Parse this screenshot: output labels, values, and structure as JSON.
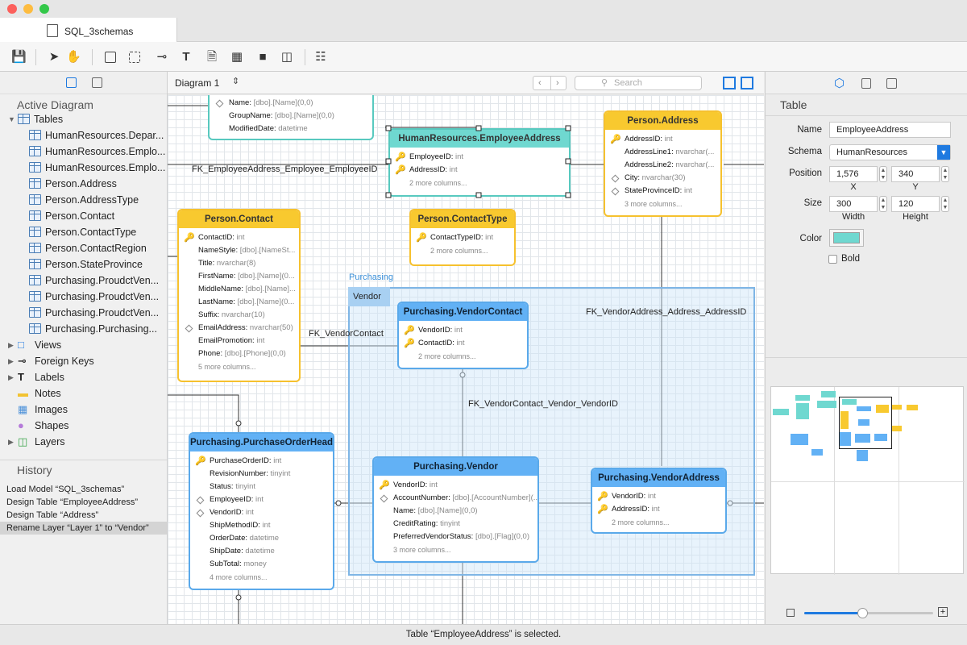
{
  "window": {
    "title": "SQL_3schemas"
  },
  "diagram": {
    "name": "Diagram 1",
    "search_placeholder": "Search"
  },
  "sidebar": {
    "active_diagram": "Active Diagram",
    "tables_label": "Tables",
    "tables": [
      "HumanResources.Depar...",
      "HumanResources.Emplo...",
      "HumanResources.Emplo...",
      "Person.Address",
      "Person.AddressType",
      "Person.Contact",
      "Person.ContactType",
      "Person.ContactRegion",
      "Person.StateProvince",
      "Purchasing.ProudctVen...",
      "Purchasing.ProudctVen...",
      "Purchasing.ProudctVen...",
      "Purchasing.Purchasing..."
    ],
    "groups": [
      "Views",
      "Foreign Keys",
      "Labels",
      "Notes",
      "Images",
      "Shapes",
      "Layers"
    ]
  },
  "history": {
    "title": "History",
    "items": [
      "Load Model “SQL_3schemas”",
      "Design Table “EmployeeAddress”",
      "Design Table “Address”",
      "Rename Layer “Layer 1” to “Vendor”"
    ]
  },
  "layers": {
    "purchasing": "Purchasing",
    "vendor": "Vendor"
  },
  "fks": [
    "FK_EmployeeAddress_Employee_EmployeeID",
    "FK_VendorContact",
    "FK_VendorAddress_Address_AddressID",
    "FK_VendorContact_Vendor_VendorID"
  ],
  "tables": {
    "top_partial": {
      "rows": [
        [
          "Name:",
          "[dbo].[Name](0,0)"
        ],
        [
          "GroupName:",
          "[dbo].[Name](0,0)"
        ],
        [
          "ModifiedDate:",
          "datetime"
        ]
      ]
    },
    "employee_address": {
      "name": "HumanResources.EmployeeAddress",
      "rows": [
        [
          "EmployeeID:",
          "int"
        ],
        [
          "AddressID:",
          "int"
        ]
      ],
      "more": "2 more columns..."
    },
    "person_address": {
      "name": "Person.Address",
      "rows": [
        [
          "AddressID:",
          "int"
        ],
        [
          "AddressLine1:",
          "nvarchar(..."
        ],
        [
          "AddressLine2:",
          "nvarchar(..."
        ],
        [
          "City:",
          "nvarchar(30)"
        ],
        [
          "StateProvinceID:",
          "int"
        ]
      ],
      "more": "3 more columns..."
    },
    "person_contact": {
      "name": "Person.Contact",
      "rows": [
        [
          "ContactID:",
          "int"
        ],
        [
          "NameStyle:",
          "[dbo].[NameSt..."
        ],
        [
          "Title:",
          "nvarchar(8)"
        ],
        [
          "FirstName:",
          "[dbo].[Name](0..."
        ],
        [
          "MiddleName:",
          "[dbo].[Name]..."
        ],
        [
          "LastName:",
          "[dbo].[Name](0..."
        ],
        [
          "Suffix:",
          "nvarchar(10)"
        ],
        [
          "EmailAddress:",
          "nvarchar(50)"
        ],
        [
          "EmailPromotion:",
          "int"
        ],
        [
          "Phone:",
          "[dbo].[Phone](0,0)"
        ]
      ],
      "more": "5 more columns..."
    },
    "contact_type": {
      "name": "Person.ContactType",
      "rows": [
        [
          "ContactTypeID:",
          "int"
        ]
      ],
      "more": "2 more columns..."
    },
    "vendor_contact": {
      "name": "Purchasing.VendorContact",
      "rows": [
        [
          "VendorID:",
          "int"
        ],
        [
          "ContactID:",
          "int"
        ]
      ],
      "more": "2 more columns..."
    },
    "po_header": {
      "name": "Purchasing.PurchaseOrderHeader",
      "rows": [
        [
          "PurchaseOrderID:",
          "int"
        ],
        [
          "RevisionNumber:",
          "tinyint"
        ],
        [
          "Status:",
          "tinyint"
        ],
        [
          "EmployeeID:",
          "int"
        ],
        [
          "VendorID:",
          "int"
        ],
        [
          "ShipMethodID:",
          "int"
        ],
        [
          "OrderDate:",
          "datetime"
        ],
        [
          "ShipDate:",
          "datetime"
        ],
        [
          "SubTotal:",
          "money"
        ]
      ],
      "more": "4 more columns..."
    },
    "vendor": {
      "name": "Purchasing.Vendor",
      "rows": [
        [
          "VendorID:",
          "int"
        ],
        [
          "AccountNumber:",
          "[dbo].[AccountNumber](..."
        ],
        [
          "Name:",
          "[dbo].[Name](0,0)"
        ],
        [
          "CreditRating:",
          "tinyint"
        ],
        [
          "PreferredVendorStatus:",
          "[dbo].[Flag](0,0)"
        ]
      ],
      "more": "3 more columns..."
    },
    "vendor_address": {
      "name": "Purchasing.VendorAddress",
      "rows": [
        [
          "VendorID:",
          "int"
        ],
        [
          "AddressID:",
          "int"
        ]
      ],
      "more": "2 more columns..."
    }
  },
  "inspector": {
    "title": "Table",
    "name_label": "Name",
    "name_value": "EmployeeAddress",
    "schema_label": "Schema",
    "schema_value": "HumanResources",
    "position_label": "Position",
    "x_value": "1,576",
    "y_value": "340",
    "x_caption": "X",
    "y_caption": "Y",
    "size_label": "Size",
    "width_value": "300",
    "height_value": "120",
    "width_caption": "Width",
    "height_caption": "Height",
    "color_label": "Color",
    "color_value": "#6fd8d0",
    "bold_label": "Bold"
  },
  "status": "Table “EmployeeAddress” is selected."
}
